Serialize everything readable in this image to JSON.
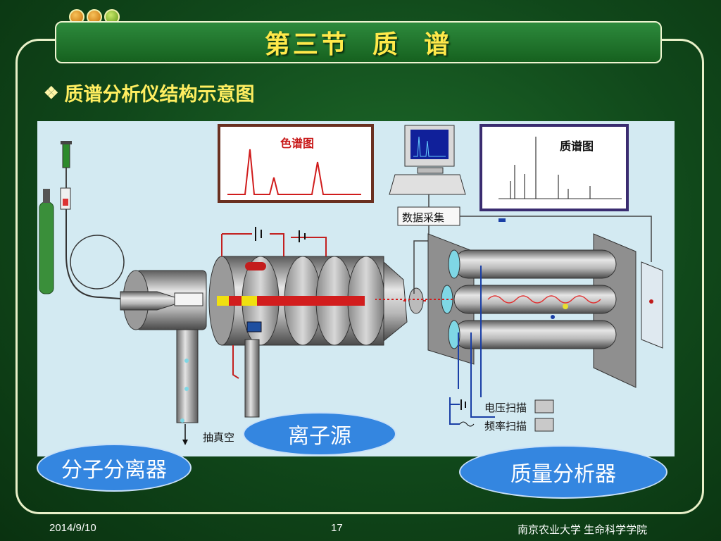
{
  "slide": {
    "title": "第三节  质  谱",
    "heading": "质谱分析仪结构示意图",
    "bullet_icon": "diamond-bullet-icon"
  },
  "diagram": {
    "chromatogram_label": "色谱图",
    "mass_spectrum_label": "质谱图",
    "data_acquisition_label": "数据采集",
    "vacuum_label": "抽真空",
    "voltage_scan_label": "电压扫描",
    "frequency_scan_label": "频率扫描"
  },
  "callouts": {
    "ion_source": "离子源",
    "molecular_separator": "分子分离器",
    "mass_analyzer": "质量分析器"
  },
  "footer": {
    "date": "2014/9/10",
    "page_number": "17",
    "institution": "南京农业大学  生命科学学院"
  },
  "colors": {
    "slide_background": "#16521f",
    "title_text": "#ffe94a",
    "diagram_background": "#d3eaf2",
    "callout_fill": "#3486e0"
  }
}
